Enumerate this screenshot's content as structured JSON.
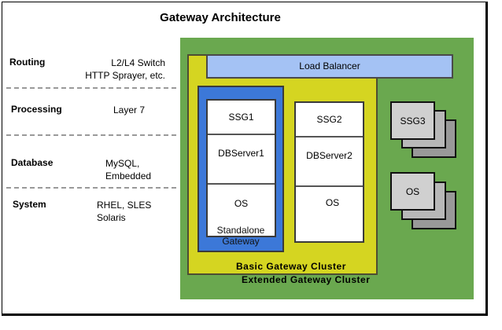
{
  "title": "Gateway Architecture",
  "layers": [
    {
      "name": "Routing",
      "desc": [
        "L2/L4 Switch",
        "HTTP Sprayer, etc."
      ]
    },
    {
      "name": "Processing",
      "desc": [
        "Layer 7"
      ]
    },
    {
      "name": "Database",
      "desc": [
        "MySQL,",
        "Embedded"
      ]
    },
    {
      "name": "System",
      "desc": [
        "RHEL, SLES",
        "Solaris"
      ]
    }
  ],
  "diagram": {
    "load_balancer": "Load Balancer",
    "node1": {
      "app": "SSG1",
      "db": "DBServer1",
      "os": "OS"
    },
    "node2": {
      "app": "SSG2",
      "db": "DBServer2",
      "os": "OS"
    },
    "standalone_label": [
      "Standalone",
      "Gateway"
    ],
    "extended_nodes": {
      "app": "SSG3",
      "os": "OS"
    },
    "basic_cluster_label": "Basic Gateway Cluster",
    "extended_cluster_label": "Extended Gateway Cluster"
  },
  "colors": {
    "extended_cluster": "#6aa84f",
    "basic_cluster": "#d5d521",
    "standalone": "#3c78d8",
    "load_balancer": "#a4c2f4"
  }
}
